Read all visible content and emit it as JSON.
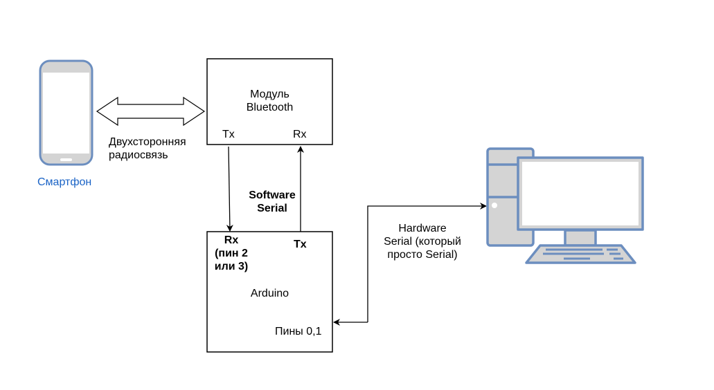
{
  "diagram": {
    "smartphone": {
      "label": "Смартфон",
      "icon": "smartphone-icon"
    },
    "radio_link": {
      "label_line1": "Двухсторонняя",
      "label_line2": "радиосвязь"
    },
    "bluetooth_module": {
      "title_line1": "Модуль",
      "title_line2": "Bluetooth",
      "tx": "Tx",
      "rx": "Rx"
    },
    "software_serial": {
      "line1": "Software",
      "line2": "Serial"
    },
    "arduino": {
      "title": "Arduino",
      "rx_line1": "Rx",
      "rx_line2": "(пин 2",
      "rx_line3": "или 3)",
      "tx": "Tx",
      "pins": "Пины 0,1"
    },
    "hardware_serial": {
      "line1": "Hardware",
      "line2": "Serial (который",
      "line3": "просто Serial)"
    },
    "computer": {
      "icon": "desktop-computer-icon"
    },
    "colors": {
      "icon_stroke": "#6c8ebf",
      "icon_fill": "#d4d4d4",
      "label_blue": "#1a63c6"
    }
  }
}
